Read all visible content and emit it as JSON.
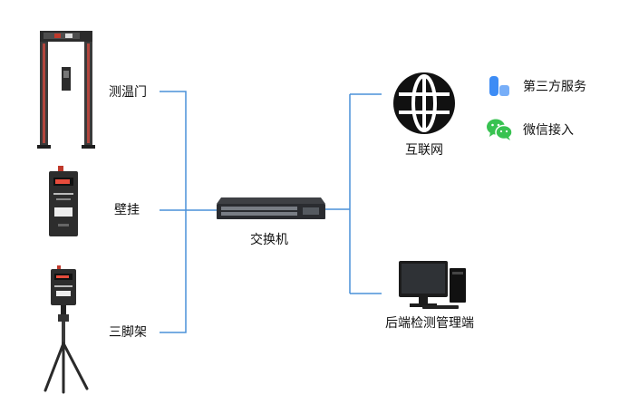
{
  "devices_left": [
    {
      "id": "gate",
      "label": "测温门"
    },
    {
      "id": "wall",
      "label": "壁挂"
    },
    {
      "id": "tripod",
      "label": "三脚架"
    }
  ],
  "center": {
    "label": "交换机"
  },
  "right": {
    "internet": {
      "label": "互联网"
    },
    "backend": {
      "label": "后端检测管理端"
    },
    "services": [
      {
        "icon": "third-party-app-icon",
        "label": "第三方服务"
      },
      {
        "icon": "wechat-icon",
        "label": "微信接入"
      }
    ]
  },
  "colors": {
    "link": "#4a90d9",
    "wechat": "#38c251",
    "service_blue": "#3d8cf5"
  }
}
